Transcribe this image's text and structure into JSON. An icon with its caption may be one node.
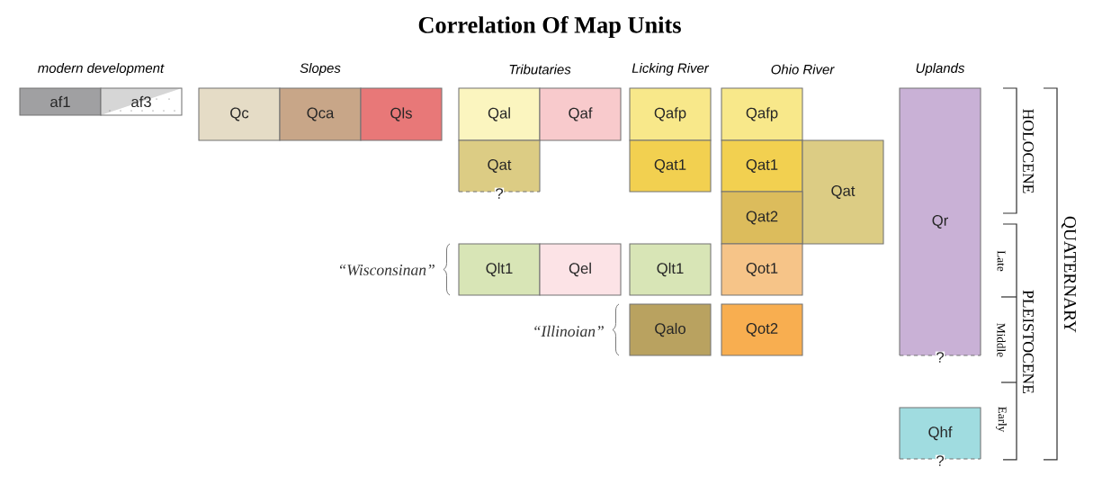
{
  "diagram": {
    "title": "Correlation Of Map Units",
    "nodes": [
      {
        "text": [
          "af1"
        ]
      },
      {
        "text": [
          "af3"
        ]
      },
      {
        "text": [
          "Qc"
        ]
      },
      {
        "text": [
          "Qca"
        ]
      },
      {
        "text": [
          "Qls"
        ]
      },
      {
        "text": [
          "Qal"
        ]
      },
      {
        "text": [
          "Qaf"
        ]
      },
      {
        "text": [
          "Qafp"
        ]
      },
      {
        "text": [
          "Qafp"
        ]
      },
      {
        "text": [
          "Qr"
        ],
        "beside": [
          "?"
        ]
      },
      {
        "text": [
          "Qat"
        ],
        "beside": [
          "?"
        ]
      },
      {
        "text": [
          "Qat1"
        ]
      },
      {
        "text": [
          "Qat1"
        ]
      },
      {
        "text": [
          "Qat"
        ]
      },
      {
        "text": [
          "Qat2"
        ]
      },
      {
        "text": [
          "Qlt1"
        ]
      },
      {
        "text": [
          "Qel"
        ]
      },
      {
        "text": [
          "Qlt1"
        ]
      },
      {
        "text": [
          "Qot1"
        ]
      },
      {
        "text": [
          "Qalo"
        ]
      },
      {
        "text": [
          "Qot2"
        ]
      },
      {
        "text": [
          "Qhf"
        ],
        "beside": [
          "?"
        ]
      }
    ],
    "labels": [
      "modern development",
      "Slopes",
      "Tributaries",
      "Licking River",
      "Ohio River",
      "Uplands",
      "“Wisconsinan”",
      "“Illinoian”",
      "HOLOCENE",
      "Late",
      "Middle",
      "Early",
      "PLEISTOCENE",
      "QUATERNARY"
    ]
  }
}
